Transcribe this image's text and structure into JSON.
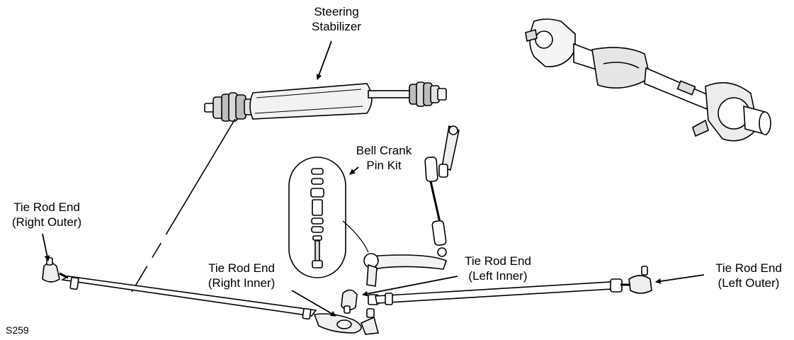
{
  "labels": {
    "steering_stabilizer": [
      "Steering",
      "Stabilizer"
    ],
    "bell_crank_pin_kit": [
      "Bell Crank",
      "Pin Kit"
    ],
    "tie_rod_right_outer": [
      "Tie Rod End",
      "(Right Outer)"
    ],
    "tie_rod_right_inner": [
      "Tie Rod End",
      "(Right Inner)"
    ],
    "tie_rod_left_inner": [
      "Tie Rod End",
      "(Left Inner)"
    ],
    "tie_rod_left_outer": [
      "Tie Rod End",
      "(Left Outer)"
    ]
  },
  "figure_code": "S259"
}
